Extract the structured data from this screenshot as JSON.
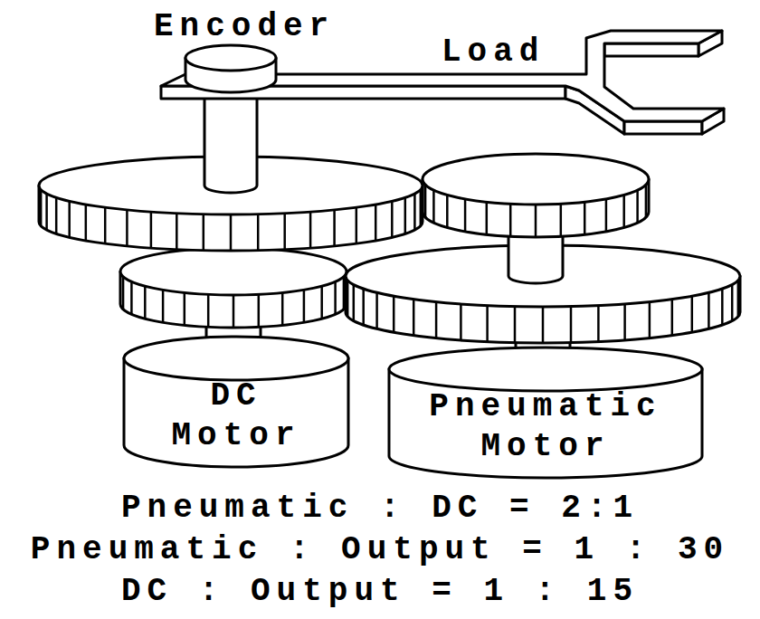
{
  "diagram": {
    "nodes": [
      {
        "text": [
          "DC Motor"
        ]
      },
      {
        "text": [
          "Pneumatic Motor"
        ]
      }
    ],
    "labels": [
      "Encoder",
      "Load",
      "Pneumatic : DC = 2:1",
      "Pneumatic : Output = 1 : 30",
      "DC : Output = 1 : 15"
    ]
  }
}
